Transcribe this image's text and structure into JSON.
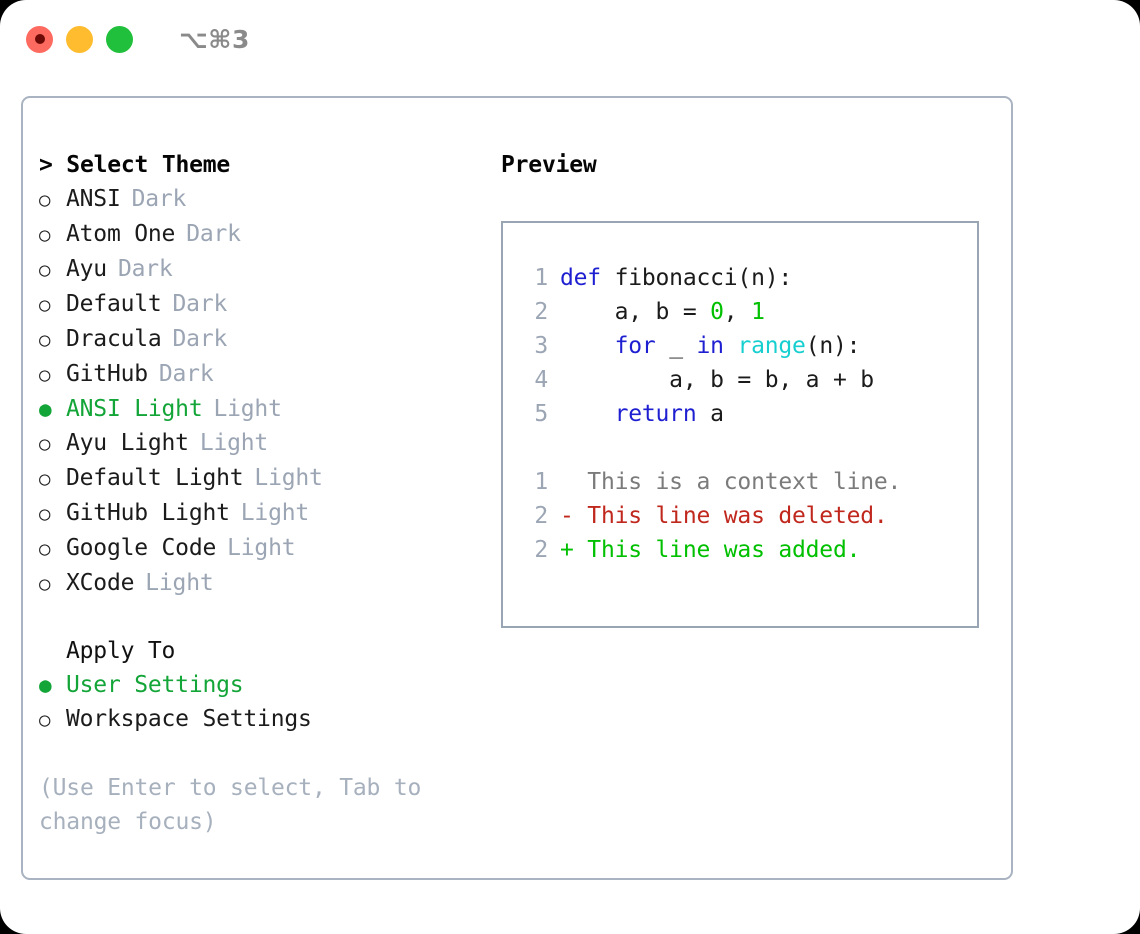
{
  "window": {
    "shortcut": "⌥⌘3",
    "traffic_lights": [
      {
        "name": "close",
        "color": "#fd6a60"
      },
      {
        "name": "minimize",
        "color": "#febc2e"
      },
      {
        "name": "zoom",
        "color": "#21c03c"
      }
    ]
  },
  "theme_list": {
    "header": "> Select Theme",
    "items": [
      {
        "bullet": "○",
        "label": "ANSI",
        "badge": "Dark",
        "selected": false
      },
      {
        "bullet": "○",
        "label": "Atom One",
        "badge": "Dark",
        "selected": false
      },
      {
        "bullet": "○",
        "label": "Ayu",
        "badge": "Dark",
        "selected": false
      },
      {
        "bullet": "○",
        "label": "Default",
        "badge": "Dark",
        "selected": false
      },
      {
        "bullet": "○",
        "label": "Dracula",
        "badge": "Dark",
        "selected": false
      },
      {
        "bullet": "○",
        "label": "GitHub",
        "badge": "Dark",
        "selected": false
      },
      {
        "bullet": "●",
        "label": "ANSI Light",
        "badge": "Light",
        "selected": true
      },
      {
        "bullet": "○",
        "label": "Ayu Light",
        "badge": "Light",
        "selected": false
      },
      {
        "bullet": "○",
        "label": "Default Light",
        "badge": "Light",
        "selected": false
      },
      {
        "bullet": "○",
        "label": "GitHub Light",
        "badge": "Light",
        "selected": false
      },
      {
        "bullet": "○",
        "label": "Google Code",
        "badge": "Light",
        "selected": false
      },
      {
        "bullet": "○",
        "label": "XCode",
        "badge": "Light",
        "selected": false
      }
    ]
  },
  "apply_to": {
    "header": "Apply To",
    "items": [
      {
        "bullet": "●",
        "label": "User Settings",
        "selected": true
      },
      {
        "bullet": "○",
        "label": "Workspace Settings",
        "selected": false
      }
    ]
  },
  "hint": "(Use Enter to select, Tab to change focus)",
  "preview": {
    "title": "Preview",
    "code_lines": [
      {
        "num": "1",
        "tokens": [
          {
            "t": "def ",
            "c": "kw"
          },
          {
            "t": "fibonacci(n):",
            "c": "txt"
          }
        ]
      },
      {
        "num": "2",
        "tokens": [
          {
            "t": "    a, b = ",
            "c": "txt"
          },
          {
            "t": "0",
            "c": "num"
          },
          {
            "t": ", ",
            "c": "txt"
          },
          {
            "t": "1",
            "c": "num"
          }
        ]
      },
      {
        "num": "3",
        "tokens": [
          {
            "t": "    ",
            "c": "txt"
          },
          {
            "t": "for",
            "c": "kw"
          },
          {
            "t": " _ ",
            "c": "txt"
          },
          {
            "t": "in",
            "c": "kw"
          },
          {
            "t": " ",
            "c": "txt"
          },
          {
            "t": "range",
            "c": "fn"
          },
          {
            "t": "(n):",
            "c": "txt"
          }
        ]
      },
      {
        "num": "4",
        "tokens": [
          {
            "t": "        a, b = b, a + b",
            "c": "txt"
          }
        ]
      },
      {
        "num": "5",
        "tokens": [
          {
            "t": "    ",
            "c": "txt"
          },
          {
            "t": "return",
            "c": "kw"
          },
          {
            "t": " a",
            "c": "txt"
          }
        ]
      }
    ],
    "diff_lines": [
      {
        "num": "1",
        "marker": "  ",
        "text": "This is a context line.",
        "kind": "ctx"
      },
      {
        "num": "2",
        "marker": "- ",
        "text": "This line was deleted.",
        "kind": "del"
      },
      {
        "num": "2",
        "marker": "+ ",
        "text": "This line was added.",
        "kind": "add"
      }
    ]
  },
  "colors": {
    "accent_green": "#13a538",
    "badge_gray": "#9ba5b4",
    "border": "#9aa5b4",
    "keyword_blue": "#1f1fd2",
    "function_cyan": "#18cfd0",
    "number_green": "#00c000",
    "diff_delete_red": "#c0281e",
    "diff_add_green": "#00c000"
  }
}
